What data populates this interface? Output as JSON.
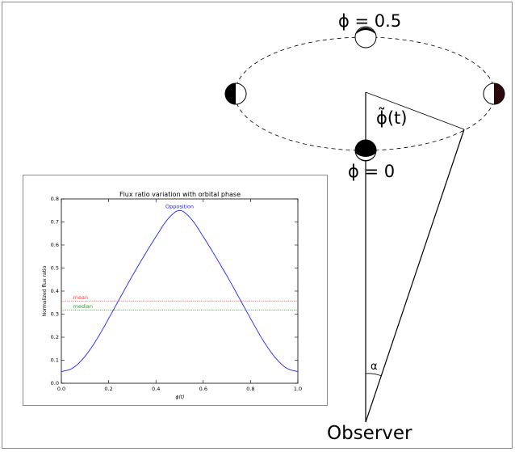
{
  "diagram": {
    "phase_top_label": "ϕ = 0.5",
    "phase_bottom_label": "ϕ = 0",
    "phase_angle_label": "ϕ̃(t)",
    "alpha_label": "α",
    "observer_label": "Observer"
  },
  "chart_data": {
    "type": "line",
    "title": "Flux ratio variation with orbital phase",
    "xlabel": "ϕ(t)",
    "ylabel": "Normalized flux ratio",
    "xlim": [
      0.0,
      1.0
    ],
    "ylim": [
      0.0,
      0.8
    ],
    "xticks": [
      "0.0",
      "0.2",
      "0.4",
      "0.6",
      "0.8",
      "1.0"
    ],
    "yticks": [
      "0.0",
      "0.1",
      "0.2",
      "0.3",
      "0.4",
      "0.5",
      "0.6",
      "0.7",
      "0.8"
    ],
    "grid": false,
    "series": [
      {
        "color": "#2222ff",
        "x": [
          0.0,
          0.05,
          0.1,
          0.15,
          0.2,
          0.25,
          0.3,
          0.35,
          0.4,
          0.45,
          0.5,
          0.55,
          0.6,
          0.65,
          0.7,
          0.75,
          0.8,
          0.85,
          0.9,
          0.95,
          1.0
        ],
        "y": [
          0.05,
          0.067,
          0.117,
          0.191,
          0.281,
          0.374,
          0.466,
          0.553,
          0.636,
          0.712,
          0.75,
          0.712,
          0.636,
          0.553,
          0.466,
          0.374,
          0.281,
          0.191,
          0.117,
          0.067,
          0.05
        ]
      }
    ],
    "hlines": [
      {
        "name": "mean",
        "y": 0.357,
        "color": "#ff3333"
      },
      {
        "name": "median",
        "y": 0.318,
        "color": "#339933"
      }
    ],
    "annotations": [
      {
        "text": "Opposition",
        "x": 0.5,
        "y": 0.75,
        "color": "#2222ff"
      }
    ]
  }
}
